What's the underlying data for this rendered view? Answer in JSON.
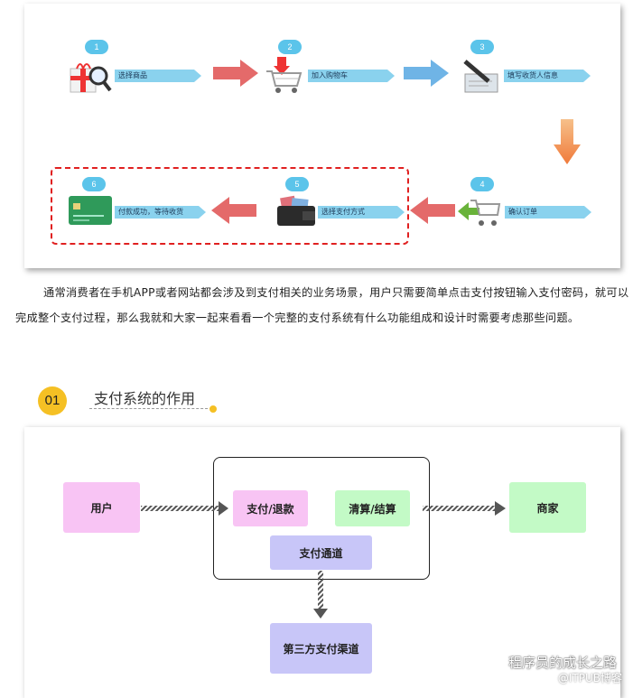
{
  "flow": {
    "steps": [
      {
        "num": "1",
        "label": "选择商品"
      },
      {
        "num": "2",
        "label": "加入购物车"
      },
      {
        "num": "3",
        "label": "填写收货人信息"
      },
      {
        "num": "4",
        "label": "确认订单"
      },
      {
        "num": "5",
        "label": "选择支付方式"
      },
      {
        "num": "6",
        "label": "付款成功，等待收货"
      }
    ],
    "colors": {
      "badge": "#5bc4ea",
      "ribbon": "#8ad2ee",
      "red_arrow": "#e46a6a",
      "blue_arrow": "#6fb4e6",
      "orange_arrow": "#f39a55",
      "dashed": "#e02020"
    }
  },
  "paragraph": "通常消费者在手机APP或者网站都会涉及到支付相关的业务场景，用户只需要简单点击支付按钮输入支付密码，就可以完成整个支付过程，那么我就和大家一起来看看一个完整的支付系统有什么功能组成和设计时需要考虑那些问题。",
  "section": {
    "number": "01",
    "title": "支付系统的作用",
    "accent": "#f5c024"
  },
  "diagram": {
    "user": "用户",
    "pay_refund": "支付/退款",
    "clearing": "清算/结算",
    "merchant": "商家",
    "channel": "支付通道",
    "third_party": "第三方支付渠道",
    "colors": {
      "pink": "#f8c4f4",
      "green": "#c3fac6",
      "lavender": "#c8c6f8"
    }
  },
  "watermark": {
    "line1": "程序员的成长之路",
    "line2": "@ITPUB博客"
  }
}
